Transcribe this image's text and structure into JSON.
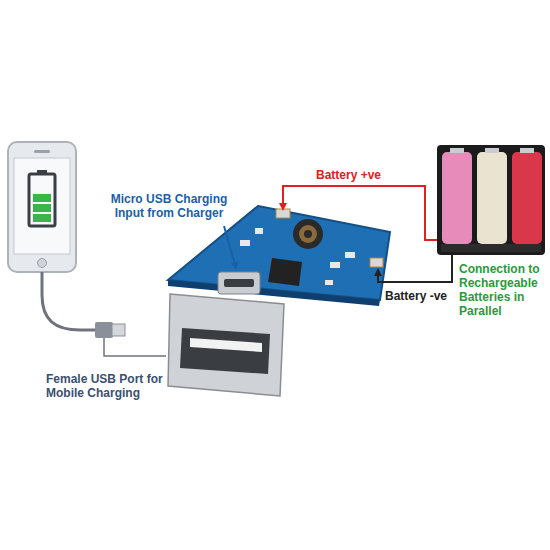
{
  "diagram": {
    "labels": [
      "Battery +ve",
      "Micro USB Charging Input from Charger",
      "Connection to Rechargeable Batteries in Parallel",
      "Battery -ve",
      "Female USB Port for Mobile Charging"
    ]
  }
}
